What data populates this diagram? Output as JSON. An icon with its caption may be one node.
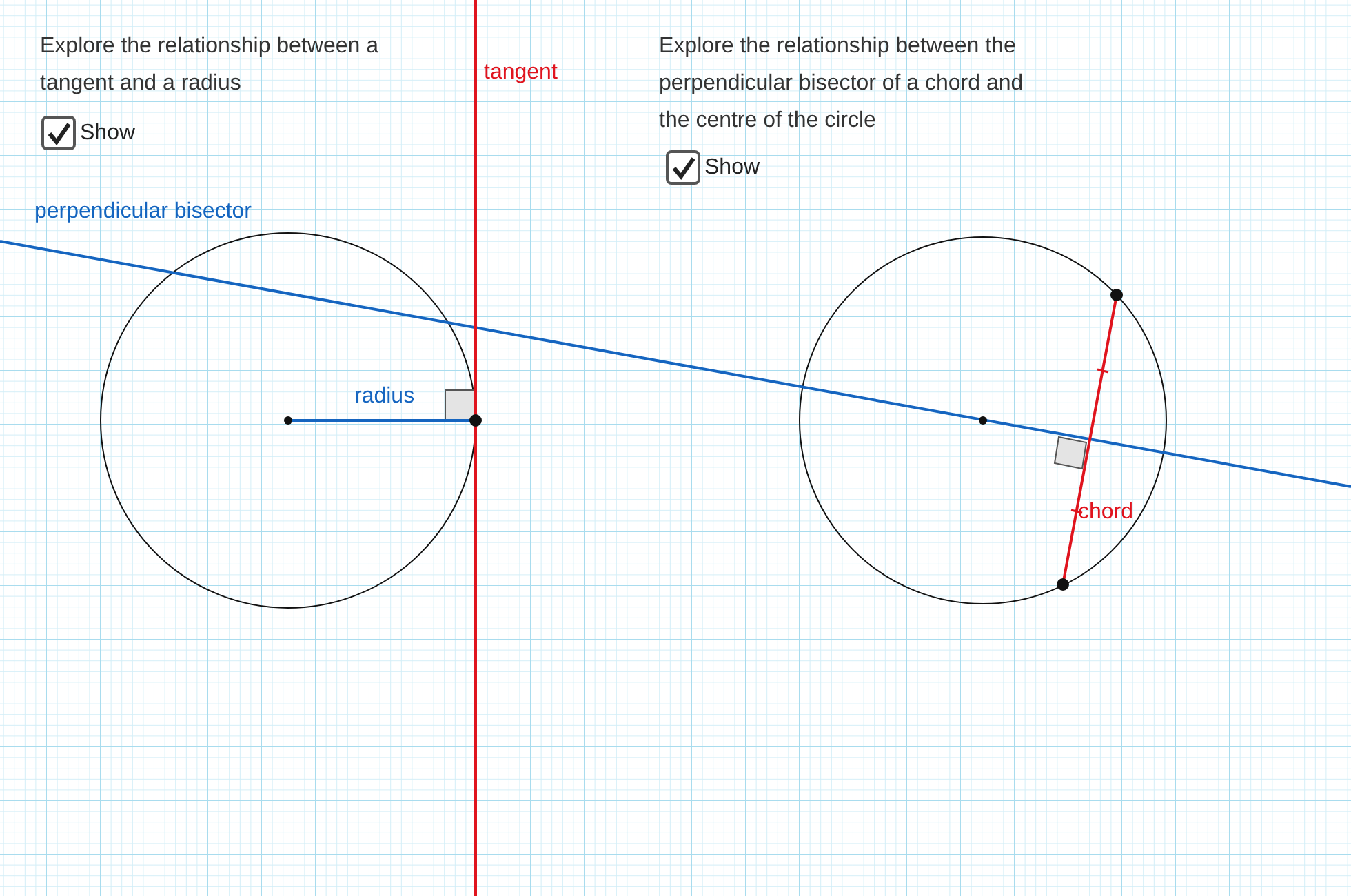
{
  "diagram": {
    "labels": [
      "Explore the relationship between a tangent and a radius",
      "Show",
      "tangent",
      "Explore the relationship between the perpendicular bisector of a chord and the centre of the circle",
      "Show",
      "perpendicular bisector",
      "radius",
      "chord"
    ]
  }
}
